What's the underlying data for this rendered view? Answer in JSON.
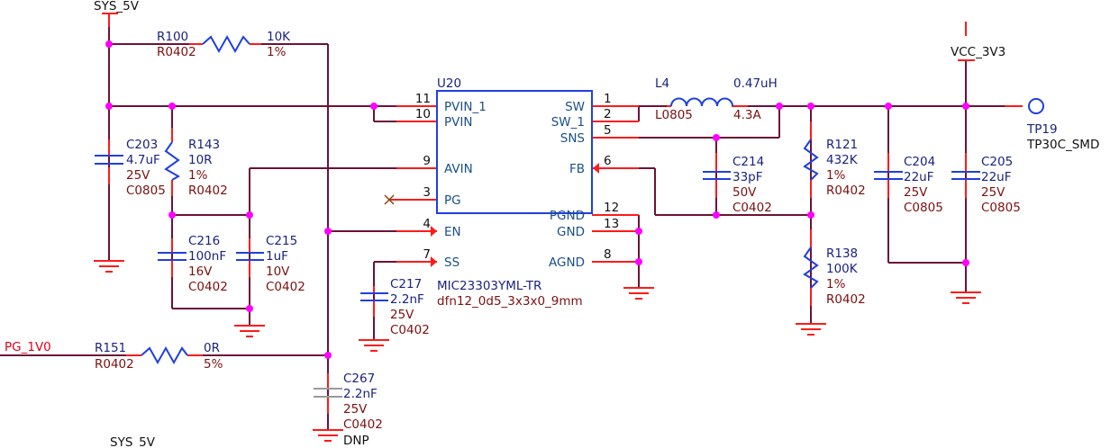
{
  "nets": {
    "sys_5v_top": "SYS_5V",
    "sys_5v_bottom": "SYS_5V",
    "vcc_3v3": "VCC_3V3",
    "pg_1v0": "PG_1V0"
  },
  "ic": {
    "ref": "U20",
    "part": "MIC23303YML-TR",
    "footprint": "dfn12_0d5_3x3x0_9mm",
    "pins_left": [
      {
        "num": "11",
        "name": "PVIN_1"
      },
      {
        "num": "10",
        "name": "PVIN"
      },
      {
        "num": "9",
        "name": "AVIN"
      },
      {
        "num": "3",
        "name": "PG"
      },
      {
        "num": "4",
        "name": "EN"
      },
      {
        "num": "7",
        "name": "SS"
      }
    ],
    "pins_right": [
      {
        "num": "1",
        "name": "SW"
      },
      {
        "num": "2",
        "name": "SW_1"
      },
      {
        "num": "5",
        "name": "SNS"
      },
      {
        "num": "6",
        "name": "FB"
      },
      {
        "num": "12",
        "name": "PGND"
      },
      {
        "num": "13",
        "name": "GND"
      },
      {
        "num": "8",
        "name": "AGND"
      }
    ]
  },
  "components": {
    "R100": {
      "ref": "R100",
      "value": "10K",
      "footprint": "R0402",
      "tol": "1%"
    },
    "R143": {
      "ref": "R143",
      "value": "10R",
      "tol": "1%",
      "footprint": "R0402"
    },
    "R151": {
      "ref": "R151",
      "value": "0R",
      "footprint": "R0402",
      "tol": "5%"
    },
    "R121": {
      "ref": "R121",
      "value": "432K",
      "tol": "1%",
      "footprint": "R0402"
    },
    "R138": {
      "ref": "R138",
      "value": "100K",
      "tol": "1%",
      "footprint": "R0402"
    },
    "C203": {
      "ref": "C203",
      "value": "4.7uF",
      "voltage": "25V",
      "footprint": "C0805"
    },
    "C216": {
      "ref": "C216",
      "value": "100nF",
      "voltage": "16V",
      "footprint": "C0402"
    },
    "C215": {
      "ref": "C215",
      "value": "1uF",
      "voltage": "10V",
      "footprint": "C0402"
    },
    "C217": {
      "ref": "C217",
      "value": "2.2nF",
      "voltage": "25V",
      "footprint": "C0402"
    },
    "C267": {
      "ref": "C267",
      "value": "2.2nF",
      "voltage": "25V",
      "footprint": "C0402",
      "note": "DNP"
    },
    "C214": {
      "ref": "C214",
      "value": "33pF",
      "voltage": "50V",
      "footprint": "C0402"
    },
    "C204": {
      "ref": "C204",
      "value": "22uF",
      "voltage": "25V",
      "footprint": "C0805"
    },
    "C205": {
      "ref": "C205",
      "value": "22uF",
      "voltage": "25V",
      "footprint": "C0805"
    },
    "L4": {
      "ref": "L4",
      "value": "0.47uH",
      "footprint": "L0805",
      "current": "4.3A"
    },
    "TP19": {
      "ref": "TP19",
      "footprint": "TP30C_SMD"
    }
  },
  "colors": {
    "wire": "#6b1238",
    "pin": "#ff1a1a",
    "junction": "#ff00ff",
    "body": "#1f3fe0",
    "ref_text": "#1a237e",
    "attr_text": "#7b1010"
  }
}
